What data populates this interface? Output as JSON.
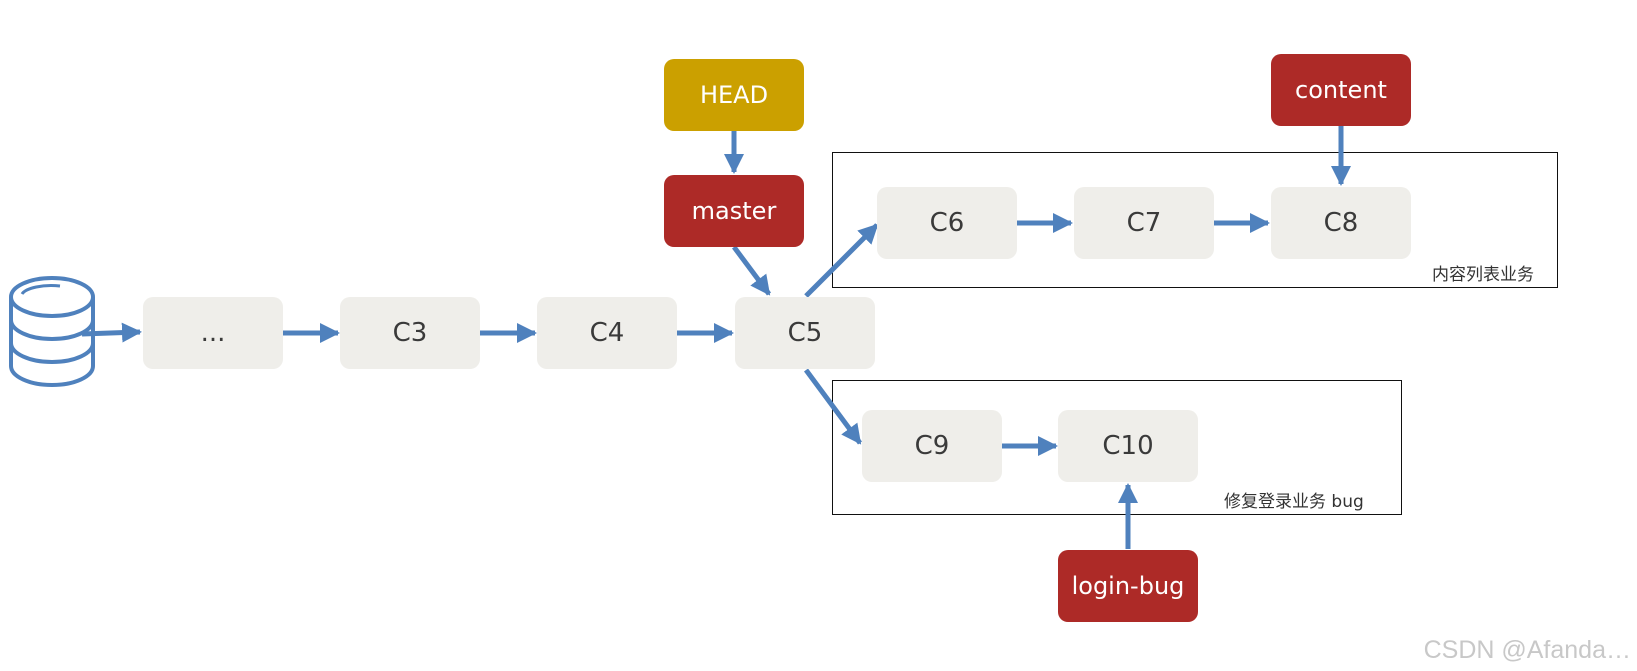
{
  "diagram": {
    "commits": {
      "ellipsis": "...",
      "c3": "C3",
      "c4": "C4",
      "c5": "C5",
      "c6": "C6",
      "c7": "C7",
      "c8": "C8",
      "c9": "C9",
      "c10": "C10"
    },
    "refs": {
      "head": "HEAD",
      "master": "master",
      "content": "content",
      "login_bug": "login-bug"
    },
    "groups": {
      "content_list": "内容列表业务",
      "fix_login": "修复登录业务 bug"
    },
    "colors": {
      "arrow": "#4f81bd",
      "commit_fill": "#efeeea",
      "branch_fill": "#ad2a27",
      "head_fill": "#cba000"
    }
  },
  "watermark": "CSDN @Afanda…"
}
